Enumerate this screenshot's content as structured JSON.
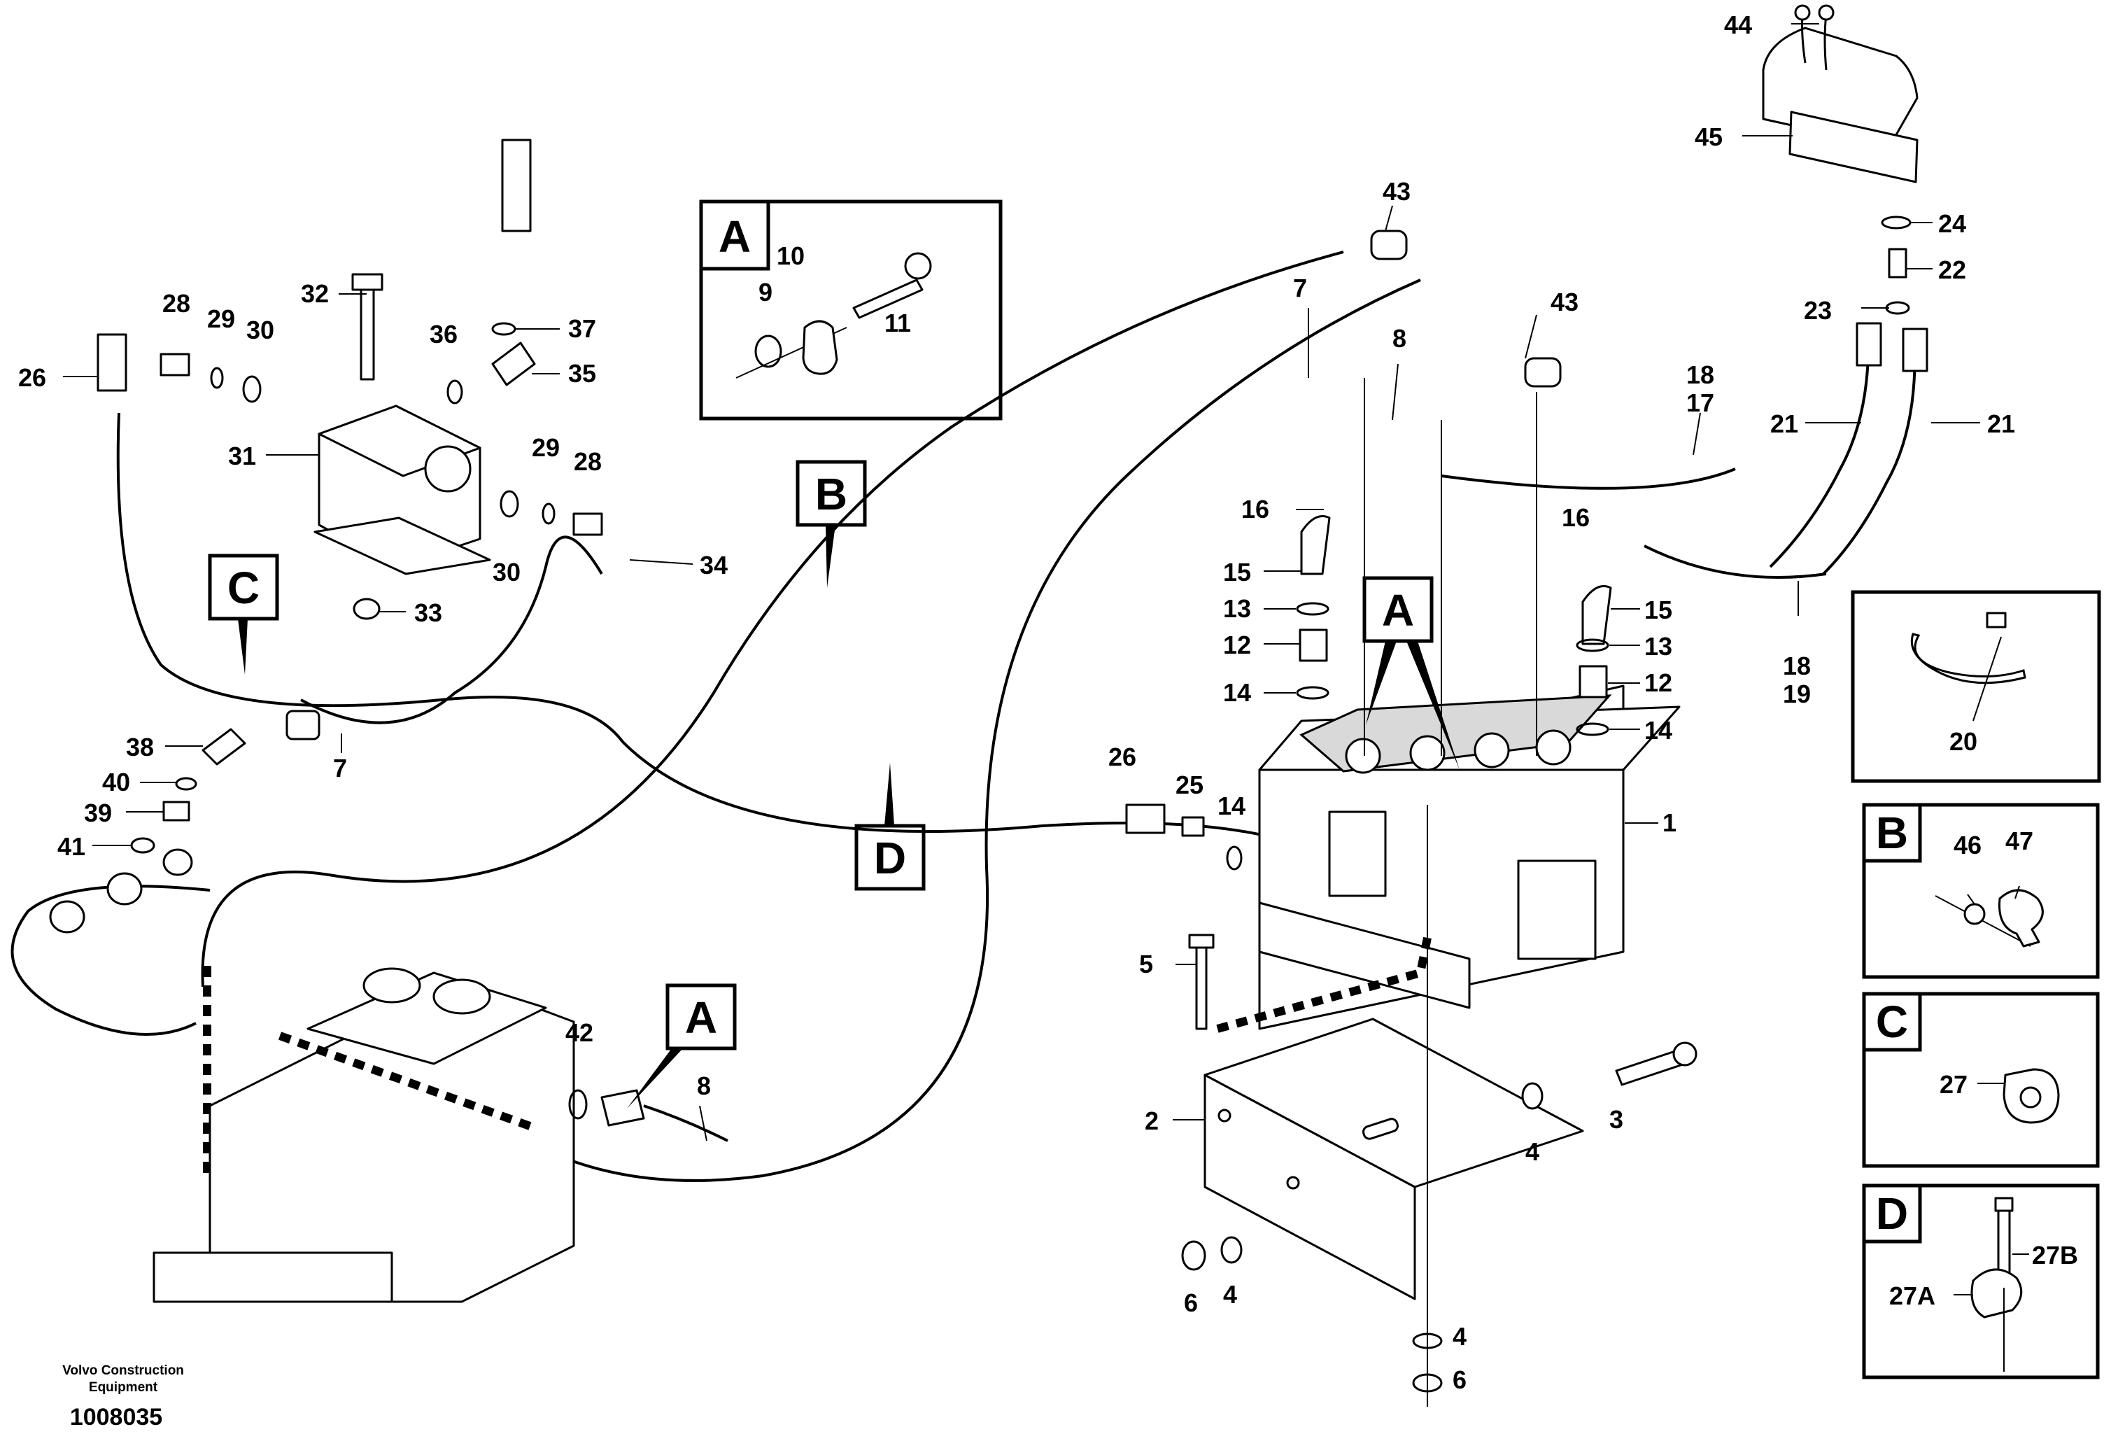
{
  "labels": {
    "l44": "44",
    "l45": "45",
    "l24": "24",
    "l22": "22",
    "l23": "23",
    "l21a": "21",
    "l21b": "21",
    "l18a": "18",
    "l17": "17",
    "l43a": "43",
    "l43b": "43",
    "l7a": "7",
    "l8a": "8",
    "l16a": "16",
    "l15a": "15",
    "l13a": "13",
    "l12a": "12",
    "l14a": "14",
    "l16b": "16",
    "l15b": "15",
    "l13b": "13",
    "l12b": "12",
    "l14b": "14",
    "l18b": "18",
    "l19": "19",
    "l20": "20",
    "l1": "1",
    "l26b": "26",
    "l25": "25",
    "l14c": "14",
    "l5": "5",
    "l2": "2",
    "l3": "3",
    "l4a": "4",
    "l4b": "4",
    "l4c": "4",
    "l6a": "6",
    "l6b": "6",
    "l26a": "26",
    "l28a": "28",
    "l29a": "29",
    "l30a": "30",
    "l32": "32",
    "l36": "36",
    "l37": "37",
    "l35": "35",
    "l31": "31",
    "l29b": "29",
    "l28b": "28",
    "l30b": "30",
    "l34": "34",
    "l33": "33",
    "l38": "38",
    "l40": "40",
    "l39": "39",
    "l41": "41",
    "l7b": "7",
    "l42": "42",
    "l8b": "8",
    "l10": "10",
    "l9": "9",
    "l11": "11",
    "l46": "46",
    "l47": "47",
    "l27": "27",
    "l27a": "27A",
    "l27b": "27B"
  },
  "callouts": {
    "A_detail": "A",
    "A_main": "A",
    "A_valve": "A",
    "B_callout": "B",
    "C_callout": "C",
    "D_callout": "D",
    "B_detail": "B",
    "C_detail": "C",
    "D_detail": "D"
  },
  "footer": {
    "company_line1": "Volvo Construction",
    "company_line2": "Equipment",
    "drawing_number": "1008035"
  }
}
